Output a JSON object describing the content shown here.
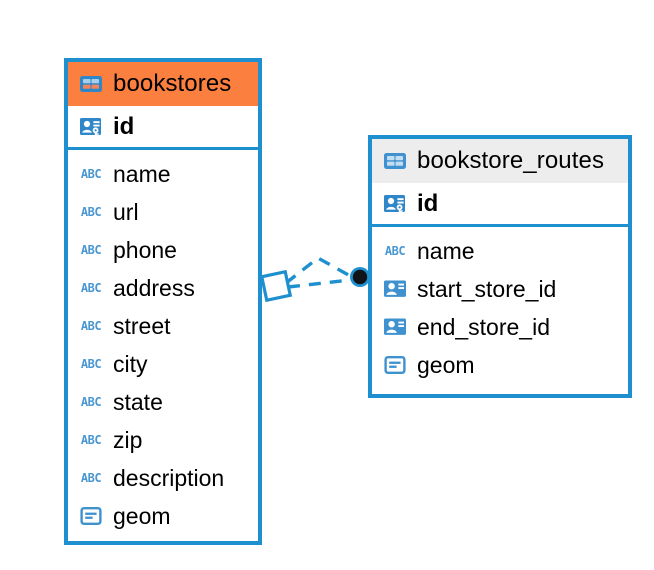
{
  "diagram": {
    "title": "database-entity-relationship-diagram",
    "colors": {
      "border_blue": "#1e90d0",
      "header_orange": "#fb8040",
      "header_gray": "#ededed",
      "icon_blue": "#4a97d2",
      "connector_blue": "#1e90d0",
      "connector_dot": "#101418"
    },
    "entities": [
      {
        "name": "bookstores",
        "header_icon": "table-icon",
        "header_style": "orange",
        "primary_key": {
          "label": "id",
          "icon": "primary-key-icon"
        },
        "fields": [
          {
            "label": "name",
            "icon": "abc-text-icon"
          },
          {
            "label": "url",
            "icon": "abc-text-icon"
          },
          {
            "label": "phone",
            "icon": "abc-text-icon"
          },
          {
            "label": "address",
            "icon": "abc-text-icon"
          },
          {
            "label": "street",
            "icon": "abc-text-icon"
          },
          {
            "label": "city",
            "icon": "abc-text-icon"
          },
          {
            "label": "state",
            "icon": "abc-text-icon"
          },
          {
            "label": "zip",
            "icon": "abc-text-icon"
          },
          {
            "label": "description",
            "icon": "abc-text-icon"
          },
          {
            "label": "geom",
            "icon": "geometry-icon"
          }
        ]
      },
      {
        "name": "bookstore_routes",
        "header_icon": "table-icon",
        "header_style": "gray",
        "primary_key": {
          "label": "id",
          "icon": "primary-key-icon"
        },
        "fields": [
          {
            "label": "name",
            "icon": "abc-text-icon"
          },
          {
            "label": "start_store_id",
            "icon": "foreign-key-icon"
          },
          {
            "label": "end_store_id",
            "icon": "foreign-key-icon"
          },
          {
            "label": "geom",
            "icon": "geometry-icon"
          }
        ]
      }
    ],
    "relationship": {
      "source_entity": "bookstores",
      "target_entity": "bookstore_routes",
      "source_marker": "diamond-outline",
      "target_marker": "filled-circle",
      "line_style": "dashed"
    }
  }
}
